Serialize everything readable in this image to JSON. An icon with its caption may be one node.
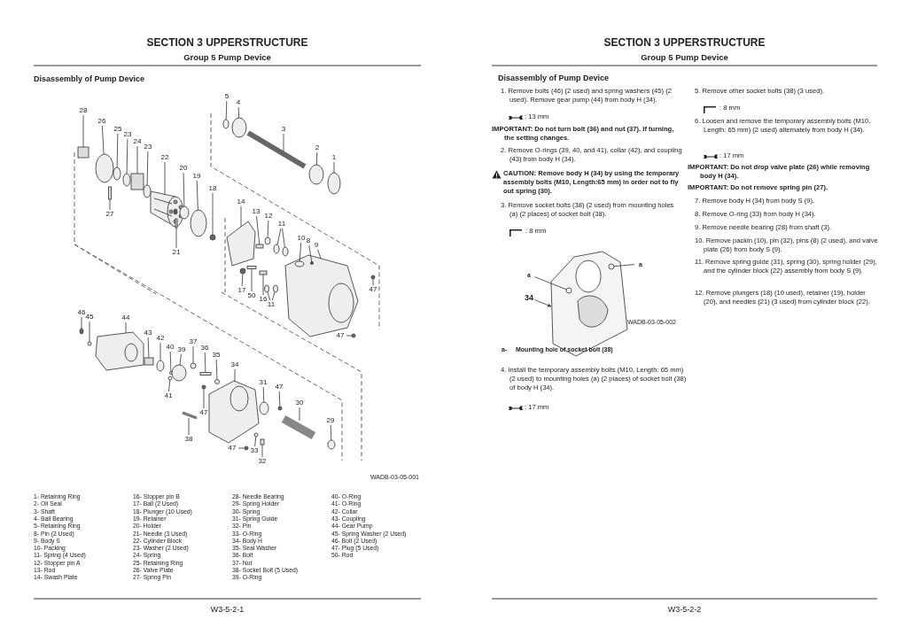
{
  "diagram": {
    "nodes": [
      {
        "text": [
          "5"
        ]
      },
      {
        "text": [
          "4"
        ]
      },
      {
        "text": [
          "28"
        ]
      },
      {
        "text": [
          "3"
        ]
      },
      {
        "text": [
          "26"
        ]
      },
      {
        "text": [
          "25"
        ]
      },
      {
        "text": [
          "23"
        ]
      },
      {
        "text": [
          "24"
        ]
      },
      {
        "text": [
          "23"
        ]
      },
      {
        "text": [
          "2"
        ]
      },
      {
        "text": [
          "1"
        ]
      },
      {
        "text": [
          "22"
        ]
      },
      {
        "text": [
          "20"
        ]
      },
      {
        "text": [
          "19"
        ]
      },
      {
        "text": [
          "18"
        ]
      },
      {
        "text": [
          "14"
        ]
      },
      {
        "text": [
          "13"
        ]
      },
      {
        "text": [
          "27"
        ]
      },
      {
        "text": [
          "12"
        ]
      },
      {
        "text": [
          "11"
        ]
      },
      {
        "text": [
          "10"
        ]
      },
      {
        "text": [
          "8"
        ]
      },
      {
        "text": [
          "9"
        ]
      },
      {
        "text": [
          "21"
        ]
      },
      {
        "text": [
          "47"
        ]
      },
      {
        "text": [
          "17"
        ]
      },
      {
        "text": [
          "50"
        ]
      },
      {
        "text": [
          "16"
        ]
      },
      {
        "text": [
          "11"
        ]
      },
      {
        "text": [
          "46"
        ]
      },
      {
        "text": [
          "45"
        ]
      },
      {
        "text": [
          "44"
        ]
      },
      {
        "text": [
          "47"
        ]
      },
      {
        "text": [
          "43"
        ]
      },
      {
        "text": [
          "42"
        ]
      },
      {
        "text": [
          "40"
        ]
      },
      {
        "text": [
          "39"
        ]
      },
      {
        "text": [
          "37"
        ]
      },
      {
        "text": [
          "36"
        ]
      },
      {
        "text": [
          "35"
        ]
      },
      {
        "text": [
          "34"
        ]
      },
      {
        "text": [
          "31"
        ]
      },
      {
        "text": [
          "47"
        ]
      },
      {
        "text": [
          "30"
        ]
      },
      {
        "text": [
          "41"
        ]
      },
      {
        "text": [
          "47"
        ]
      },
      {
        "text": [
          "29"
        ]
      },
      {
        "text": [
          "38"
        ]
      },
      {
        "text": [
          "47"
        ]
      },
      {
        "text": [
          "33"
        ]
      },
      {
        "text": [
          "32"
        ]
      },
      {
        "text": [
          "a"
        ]
      },
      {
        "text": [
          "a"
        ]
      },
      {
        "text": [
          "34"
        ]
      },
      {
        "text": [],
        "shape": "circle"
      },
      {
        "text": [],
        "shape": "circle"
      },
      {
        "text": [],
        "shape": "box"
      },
      {
        "text": [],
        "shape": "picture"
      },
      {
        "text": [],
        "shape": "circle"
      },
      {
        "text": [],
        "shape": "circle"
      },
      {
        "text": [],
        "shape": "circle"
      },
      {
        "text": [],
        "shape": "box"
      },
      {
        "text": [],
        "shape": "circle"
      },
      {
        "text": [],
        "shape": "circle"
      },
      {
        "text": [],
        "shape": "circle"
      },
      {
        "text": [],
        "shape": "picture"
      },
      {
        "text": [],
        "shape": "circle"
      },
      {
        "text": [],
        "shape": "circle"
      },
      {
        "text": [],
        "shape": "circle"
      },
      {
        "text": [],
        "shape": "picture"
      },
      {
        "text": [],
        "shape": "box"
      },
      {
        "text": [],
        "shape": "box"
      },
      {
        "text": [],
        "shape": "circle"
      },
      {
        "text": [],
        "shape": "circle"
      },
      {
        "text": [],
        "shape": "circle"
      },
      {
        "text": [],
        "shape": "circle",
        "in": 77
      },
      {
        "text": [],
        "shape": "circle",
        "in": 77
      },
      {
        "text": [],
        "shape": "picture"
      },
      {
        "text": [],
        "shape": "box"
      },
      {
        "text": [],
        "shape": "circle"
      },
      {
        "text": [],
        "shape": "circle"
      },
      {
        "text": [],
        "shape": "box"
      },
      {
        "text": [],
        "shape": "box"
      },
      {
        "text": [],
        "shape": "circle"
      },
      {
        "text": [],
        "shape": "circle"
      },
      {
        "text": [],
        "shape": "circle"
      },
      {
        "text": [],
        "shape": "circle"
      },
      {
        "text": [],
        "shape": "picture"
      },
      {
        "text": [],
        "shape": "circle"
      },
      {
        "text": [],
        "shape": "box"
      },
      {
        "text": [],
        "shape": "circle"
      },
      {
        "text": [],
        "shape": "circle"
      },
      {
        "text": [],
        "shape": "circle"
      },
      {
        "text": [],
        "shape": "circle"
      },
      {
        "text": [],
        "shape": "box"
      },
      {
        "text": [],
        "shape": "circle"
      },
      {
        "text": [],
        "shape": "picture"
      },
      {
        "text": [],
        "shape": "circle"
      },
      {
        "text": [],
        "shape": "circle"
      },
      {
        "text": [],
        "shape": "picture"
      },
      {
        "text": [],
        "shape": "circle"
      },
      {
        "text": [],
        "shape": "circle"
      },
      {
        "text": [],
        "shape": "circle"
      },
      {
        "text": [],
        "shape": "picture"
      },
      {
        "text": [],
        "shape": "circle"
      },
      {
        "text": [],
        "shape": "circle"
      },
      {
        "text": [],
        "shape": "box"
      },
      {
        "text": [],
        "shape": "circle",
        "in": 109
      },
      {
        "text": [],
        "shape": "circle",
        "in": 109
      },
      {
        "text": [],
        "shape": "picture"
      }
    ],
    "edges": [
      {
        "from": 0,
        "to": 54,
        "arrow": "none"
      },
      {
        "from": 1,
        "to": 55,
        "arrow": "none"
      },
      {
        "from": 2,
        "to": 56,
        "arrow": "none"
      },
      {
        "from": 3,
        "to": 57,
        "arrow": "none"
      },
      {
        "from": 4,
        "to": 58,
        "arrow": "none"
      },
      {
        "from": 5,
        "to": 59,
        "arrow": "none"
      },
      {
        "from": 6,
        "to": 60,
        "arrow": "none"
      },
      {
        "from": 7,
        "to": 61,
        "arrow": "none"
      },
      {
        "from": 8,
        "to": 62,
        "arrow": "none"
      },
      {
        "from": 9,
        "to": 63,
        "arrow": "none"
      },
      {
        "from": 10,
        "to": 64,
        "arrow": "none"
      },
      {
        "from": 11,
        "to": 65,
        "arrow": "none"
      },
      {
        "from": 12,
        "to": 66,
        "arrow": "none"
      },
      {
        "from": 13,
        "to": 67,
        "arrow": "none"
      },
      {
        "from": 14,
        "to": 68,
        "arrow": "none"
      },
      {
        "from": 15,
        "to": 69,
        "arrow": "none"
      },
      {
        "from": 16,
        "to": 70,
        "arrow": "none"
      },
      {
        "from": 17,
        "to": 71,
        "arrow": "none"
      },
      {
        "from": 18,
        "to": 72,
        "arrow": "none"
      },
      {
        "from": 19,
        "to": 73,
        "arrow": "none"
      },
      {
        "from": 19,
        "to": 74,
        "arrow": "none"
      },
      {
        "from": 20,
        "to": 75,
        "arrow": "none"
      },
      {
        "from": 21,
        "to": 76,
        "arrow": "none"
      },
      {
        "from": 22,
        "to": 77,
        "arrow": "none"
      },
      {
        "from": 23,
        "to": 78,
        "arrow": "none"
      },
      {
        "from": 24,
        "to": 79,
        "arrow": "none"
      },
      {
        "from": 25,
        "to": 80,
        "arrow": "none"
      },
      {
        "from": 26,
        "to": 81,
        "arrow": "none"
      },
      {
        "from": 27,
        "to": 82,
        "arrow": "none"
      },
      {
        "from": 28,
        "to": 83,
        "arrow": "none"
      },
      {
        "from": 28,
        "to": 84,
        "arrow": "none"
      },
      {
        "from": 29,
        "to": 85,
        "arrow": "none"
      },
      {
        "from": 30,
        "to": 86,
        "arrow": "none"
      },
      {
        "from": 31,
        "to": 87,
        "arrow": "none"
      },
      {
        "from": 32,
        "to": 88,
        "arrow": "none"
      },
      {
        "from": 33,
        "to": 89,
        "arrow": "none"
      },
      {
        "from": 34,
        "to": 90,
        "arrow": "none"
      },
      {
        "from": 35,
        "to": 91,
        "arrow": "none"
      },
      {
        "from": 36,
        "to": 92,
        "arrow": "none"
      },
      {
        "from": 37,
        "to": 93,
        "arrow": "none"
      },
      {
        "from": 38,
        "to": 94,
        "arrow": "none"
      },
      {
        "from": 39,
        "to": 95,
        "arrow": "none"
      },
      {
        "from": 40,
        "to": 96,
        "arrow": "none"
      },
      {
        "from": 41,
        "to": 97,
        "arrow": "none"
      },
      {
        "from": 42,
        "to": 98,
        "arrow": "none"
      },
      {
        "from": 43,
        "to": 99,
        "arrow": "none"
      },
      {
        "from": 44,
        "to": 100,
        "arrow": "none"
      },
      {
        "from": 45,
        "to": 101,
        "arrow": "none"
      },
      {
        "from": 46,
        "to": 102,
        "arrow": "none"
      },
      {
        "from": 47,
        "to": 103,
        "arrow": "none"
      },
      {
        "from": 48,
        "to": 104,
        "arrow": "none"
      },
      {
        "from": 49,
        "to": 105,
        "arrow": "none"
      },
      {
        "from": 50,
        "to": 106,
        "arrow": "none"
      },
      {
        "from": 51,
        "to": 107,
        "arrow": "none"
      },
      {
        "from": 52,
        "to": 108,
        "arrow": "none"
      },
      {
        "from": 53,
        "to": 109,
        "arrow": "to"
      }
    ],
    "labels": [
      "SECTION 3 UPPERSTRUCTURE",
      "Group 5 Pump Device",
      "Disassembly of Pump Device",
      "WADB-03-05-001",
      "1- Retaining Ring",
      "16- Stopper pin B",
      "28- Needle Bearing",
      "40- O-Ring",
      "2- Oil Seal",
      "17- Ball (2 Used)",
      "29- Spring Holder",
      "41- O-Ring",
      "3- Shaft",
      "18- Plunger (10 Used)",
      "30- Spring",
      "42- Collar",
      "4- Ball Bearing",
      "19- Retainer",
      "31- Spring Guide",
      "43- Coupling",
      "5- Retaining Ring",
      "20- Holder",
      "32- Pin",
      "44- Gear Pump",
      "8- Pin (2 Used)",
      "21- Needle (3 Used)",
      "33- O-Ring",
      "45- Spring Washer (2 Used)",
      "9- Body S",
      "22- Cylinder Block",
      "34- Body H",
      "46- Bolt (2 Used)",
      "10- Packing",
      "23- Washer (2 Used)",
      "35- Seal Washer",
      "47- Plug (5 Used)",
      "11- Spring (4 Used)",
      "24- Spring",
      "36- Bolt",
      "50- Rod",
      "12- Stopper pin A",
      "25- Retaining Ring",
      "37- Nut",
      "13- Rod",
      "26- Valve Plate",
      "38- Socket Bolt (5 Used)",
      "14- Swash Plate",
      "27- Spring Pin",
      "39- O-Ring",
      "W3-5-2-1",
      "SECTION 3 UPPERSTRUCTURE",
      "Group 5 Pump Device",
      "Disassembly of Pump Device",
      "1. Remove bolts (46) (2 used) and spring washers (45) (2 used). Remove gear pump (44) from body H (34).",
      ": 13 mm",
      "IMPORTANT: Do not turn bolt (36) and nut (37). If turning, the setting changes.",
      "2. Remove O-rings (39, 40, and 41), collar (42), and coupling (43) from body H (34).",
      "CAUTION: Remove body H (34) by using the temporary assembly bolts (M10, Length:65 mm) in order not to fly out spring (30).",
      "3. Remove socket bolts (38) (2 used) from mounting holes (a) (2 places) of socket bolt (38).",
      ": 8 mm",
      "a-",
      "Mounting hole of socket bolt (38)",
      "WADB-03-05-002",
      "4. Install the temporary assembly bolts (M10, Length: 65 mm) (2 used) to mounting holes (a) (2 places) of socket bolt (38) of body H (34).",
      ": 17 mm",
      "5. Remove other socket bolts (38) (3 used).",
      ": 8 mm",
      "6. Loosen and remove the temporary assembly bolts (M10, Length: 65 mm) (2 used) alternately from body H (34).",
      ": 17 mm",
      "IMPORTANT: Do not drop valve plate (26) while removing body H (34).",
      "IMPORTANT: Do not remove spring pin (27).",
      "7. Remove body H (34) from body S (9).",
      "8. Remove O-ring (33) from body H (34).",
      "9. Remove needle bearing (28) from shaft (3).",
      "10. Remove packin (10), pin (32), pins (8) (2 used), and valve plate (26) from body S (9).",
      "11. Remove spring guide (31), spring (30), spring holder (29), and the cylinder block (22) assembly from body S (9).",
      "12. Remove plungers (18) (10 used), retainer (19), holder (20), and needles (21) (3 used) from cylinder block (22).",
      "W3-5-2-2"
    ]
  }
}
